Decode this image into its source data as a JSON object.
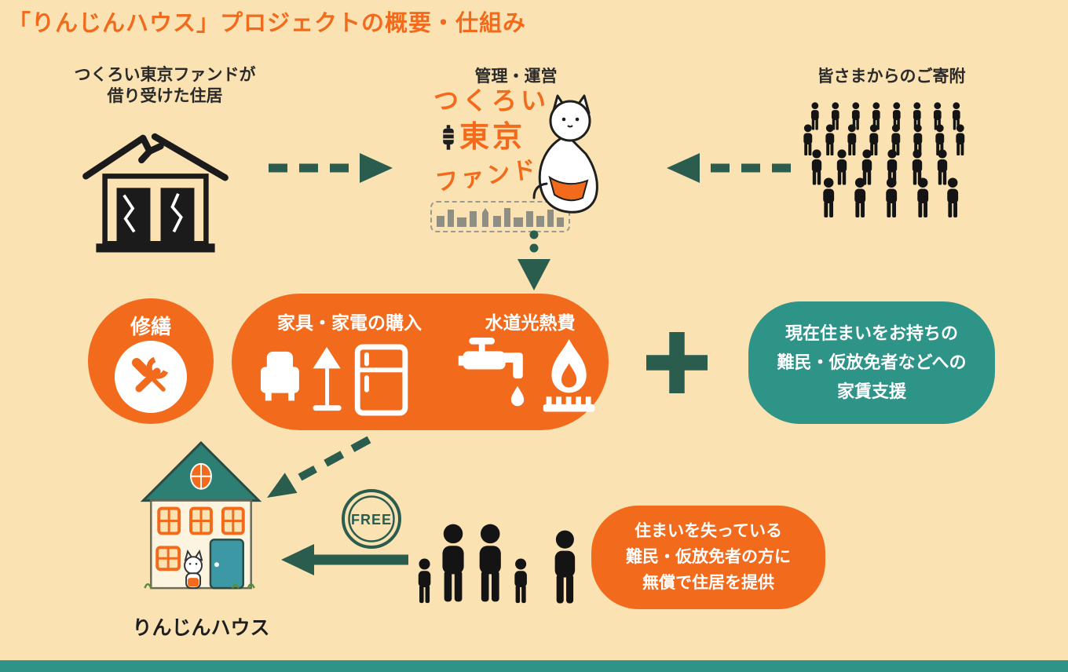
{
  "title": "「りんじんハウス」プロジェクトの概要・仕組み",
  "colors": {
    "background": "#FBE2B3",
    "orange": "#F26A1B",
    "teal": "#2E9488",
    "dark_teal": "#2A5D4E",
    "text_dark": "#2a2a2a"
  },
  "top": {
    "borrowed_house_caption": [
      "つくろい東京ファンドが",
      "借り受けた住居"
    ],
    "management_caption": "管理・運営",
    "logo": {
      "line1": "つくろい",
      "line2": "東京",
      "line3": "ファンド"
    },
    "donation_caption": "皆さまからのご寄附"
  },
  "middle": {
    "repair_label": "修繕",
    "furniture_label": "家具・家電の購入",
    "utilities_label": "水道光熱費",
    "rent_support": [
      "現在住まいをお持ちの",
      "難民・仮放免者などへの",
      "家賃支援"
    ]
  },
  "bottom": {
    "free_label": "FREE",
    "house_label": "りんじんハウス",
    "housing_provide": [
      "住まいを失っている",
      "難民・仮放免者の方に",
      "無償で住居を提供"
    ]
  }
}
